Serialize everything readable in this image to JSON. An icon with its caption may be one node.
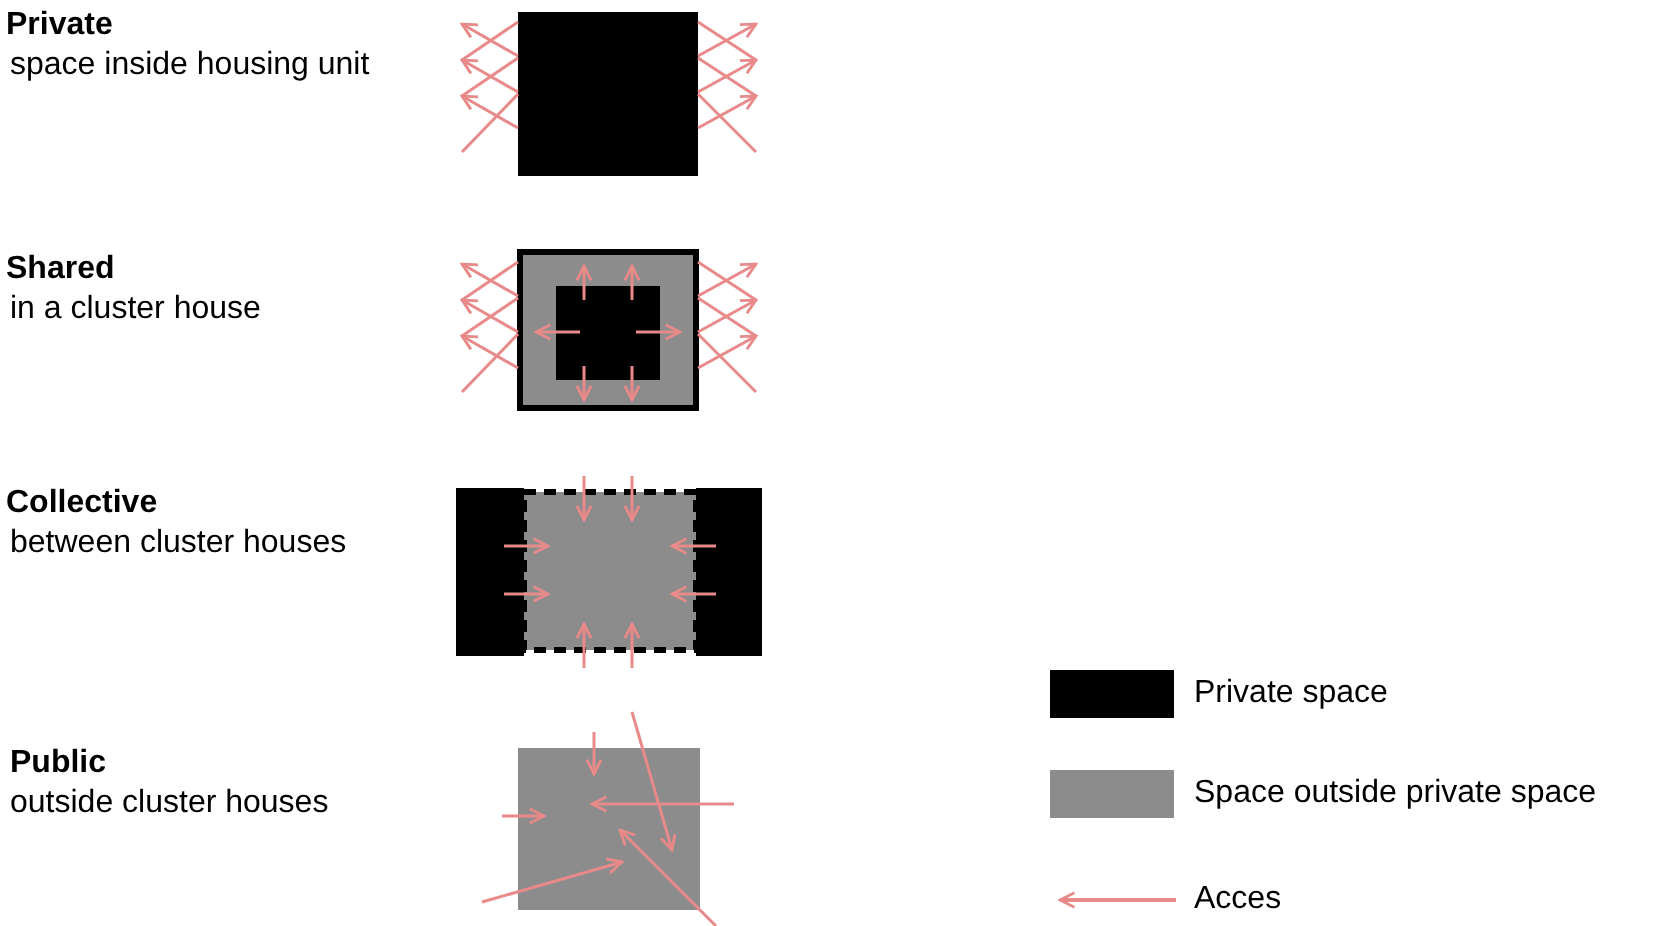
{
  "diagram": {
    "labels": [
      "Private",
      "space inside housing unit",
      "Shared",
      "in a cluster house",
      "Collective",
      "between cluster houses",
      "Public",
      "outside cluster houses"
    ],
    "legend": [
      {
        "text": "Private space",
        "color": "#000000"
      },
      {
        "text": "Space outside private space",
        "color": "#8c8c8c"
      },
      {
        "text": "Acces"
      }
    ]
  }
}
